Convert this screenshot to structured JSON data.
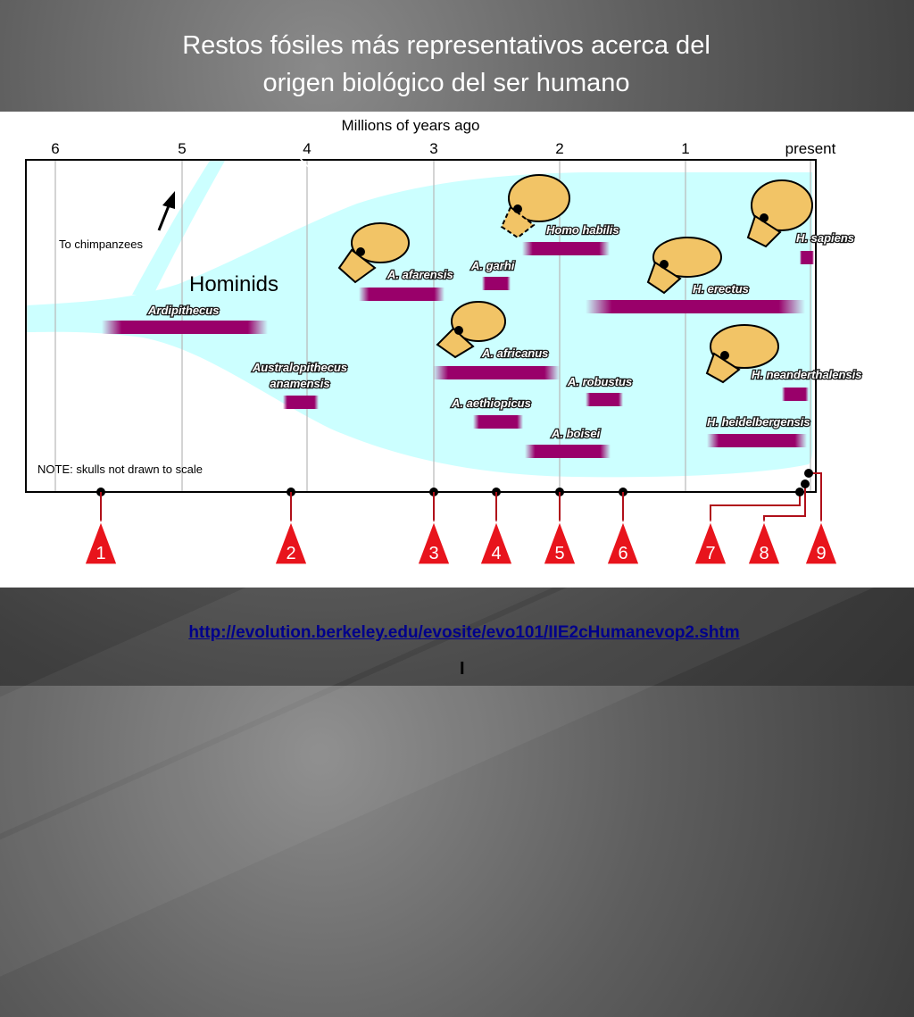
{
  "title": {
    "line1": "Restos fósiles más representativos acerca del",
    "line2": "origen biológico del ser humano"
  },
  "diagram": {
    "axis_title": "Millions of years ago",
    "ticks": [
      "6",
      "5",
      "4",
      "3",
      "2",
      "1",
      "present"
    ],
    "hominids_label": "Hominids",
    "chimp_label": "To chimpanzees",
    "note": "NOTE: skulls not drawn to scale",
    "species": [
      "Ardipithecus",
      "Australopithecus",
      "anamensis",
      "A. afarensis",
      "A. garhi",
      "Homo habilis",
      "A. africanus",
      "A. aethiopicus",
      "A. robustus",
      "A. boisei",
      "H. erectus",
      "H. sapiens",
      "H. neanderthalensis",
      "H. heidelbergensis"
    ],
    "markers": [
      "1",
      "2",
      "3",
      "4",
      "5",
      "6",
      "7",
      "8",
      "9"
    ]
  },
  "source_url": "http://evolution.berkeley.edu/evosite/evo101/IIE2cHumanevop2.shtm",
  "cursor_glyph": "I",
  "colors": {
    "fill": "#ccffff",
    "bar": "#99006a",
    "marker": "#e8141c",
    "skull": "#f2c466"
  }
}
